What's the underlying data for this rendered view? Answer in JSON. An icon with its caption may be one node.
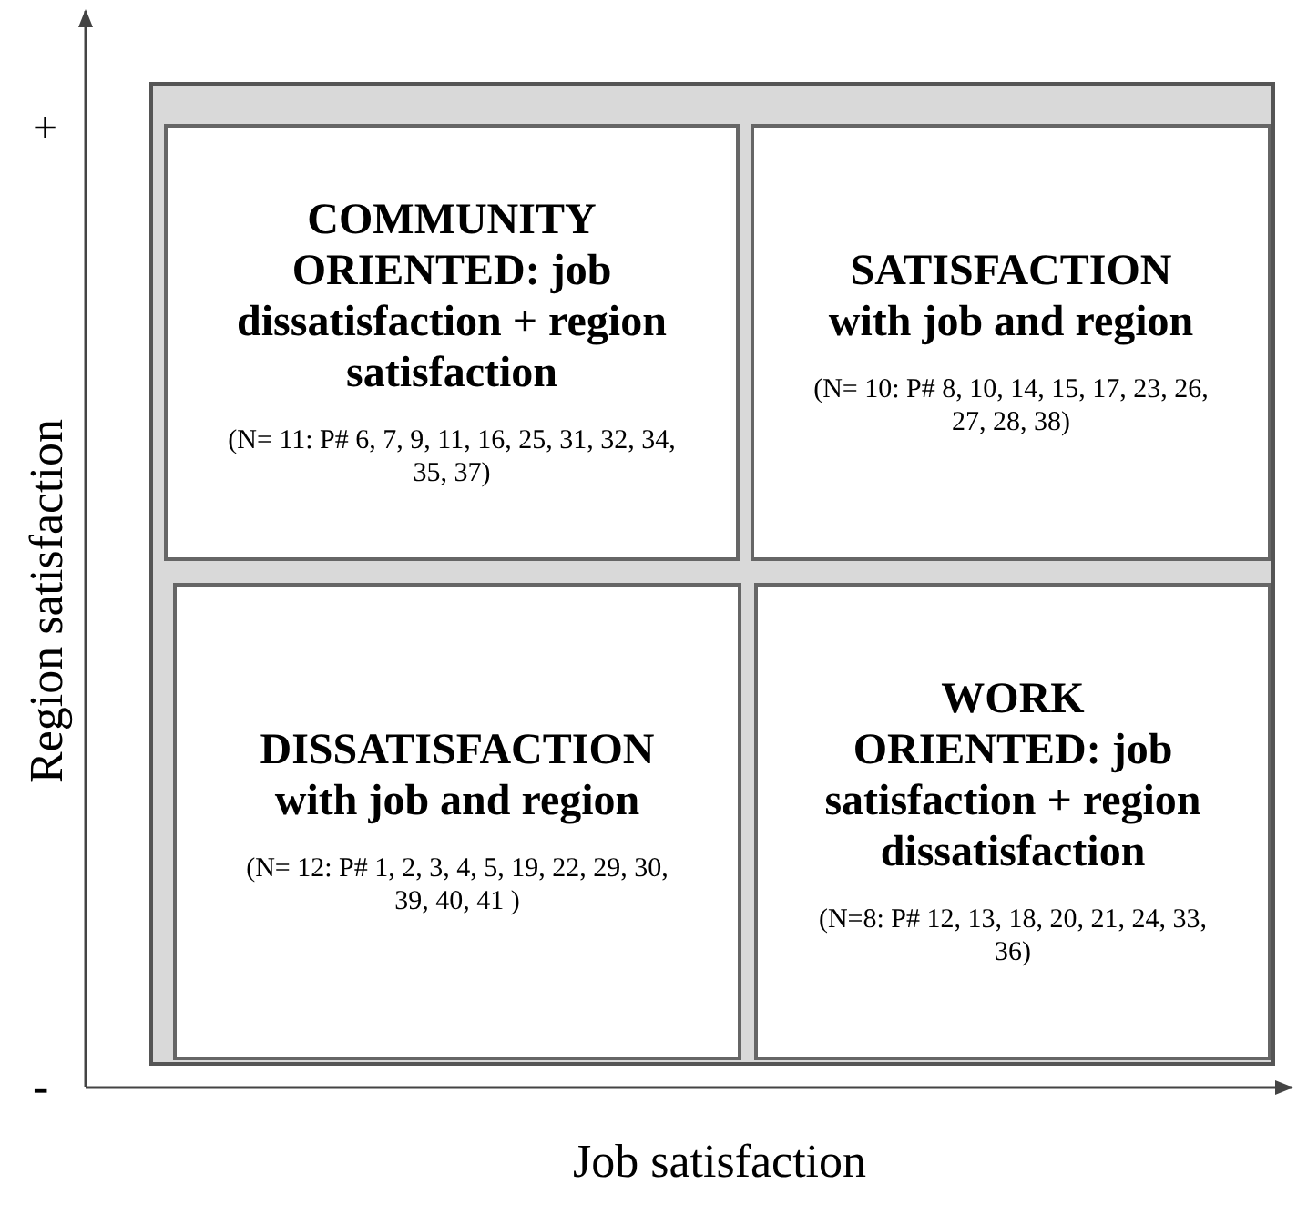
{
  "diagram": {
    "nodes": [
      {
        "text": [],
        "shape": "box"
      },
      {
        "text": [
          "COMMUNITY ORIENTED: job dissatisfaction + region satisfaction",
          "(N= 11: P# 6, 7, 9, 11, 16, 25, 31, 32, 34, 35, 37)"
        ],
        "in": 0
      },
      {
        "text": [
          "SATISFACTION with job and region",
          "(N= 10: P# 8, 10, 14, 15, 17, 23, 26, 27, 28, 38)"
        ],
        "in": 0
      },
      {
        "text": [
          "DISSATISFACTION with job and region",
          "(N= 12: P# 1, 2, 3, 4, 5, 19, 22, 29, 30, 39, 40, 41 )"
        ],
        "in": 0
      },
      {
        "text": [
          "WORK ORIENTED: job satisfaction + region dissatisfaction",
          "(N=8: P# 12, 13, 18, 20, 21, 24, 33, 36)"
        ],
        "in": 0
      }
    ],
    "edges": [],
    "labels": [
      "+",
      "Region satisfaction",
      "-",
      "Job satisfaction"
    ]
  }
}
